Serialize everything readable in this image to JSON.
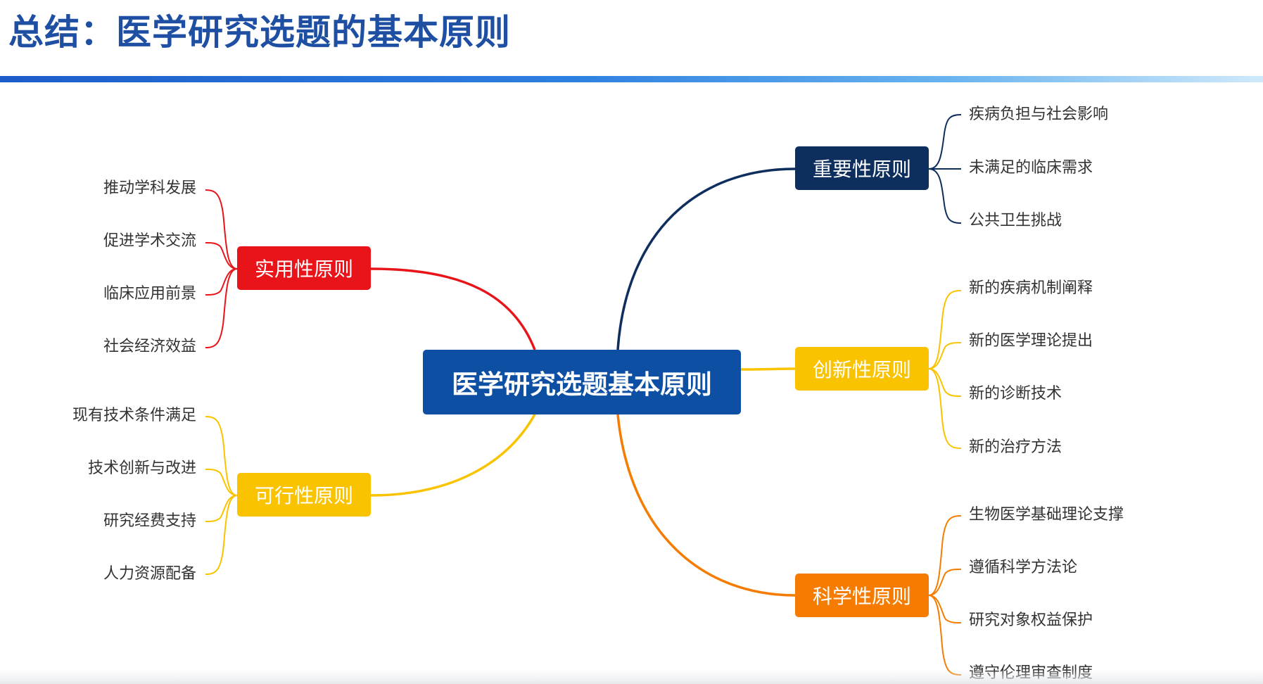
{
  "title": "总结：医学研究选题的基本原则",
  "center": {
    "label": "医学研究选题基本原则"
  },
  "branches": {
    "importance": {
      "label": "重要性原则",
      "color": "#0e2e5e",
      "items": [
        "疾病负担与社会影响",
        "未满足的临床需求",
        "公共卫生挑战"
      ]
    },
    "innovation": {
      "label": "创新性原则",
      "color": "#f9c300",
      "items": [
        "新的疾病机制阐释",
        "新的医学理论提出",
        "新的诊断技术",
        "新的治疗方法"
      ]
    },
    "scientific": {
      "label": "科学性原则",
      "color": "#f57c00",
      "items": [
        "生物医学基础理论支撑",
        "遵循科学方法论",
        "研究对象权益保护",
        "遵守伦理审查制度"
      ]
    },
    "practical": {
      "label": "实用性原则",
      "color": "#e8141a",
      "items": [
        "推动学科发展",
        "促进学术交流",
        "临床应用前景",
        "社会经济效益"
      ]
    },
    "feasibility": {
      "label": "可行性原则",
      "color": "#f9c300",
      "items": [
        "现有技术条件满足",
        "技术创新与改进",
        "研究经费支持",
        "人力资源配备"
      ]
    }
  }
}
